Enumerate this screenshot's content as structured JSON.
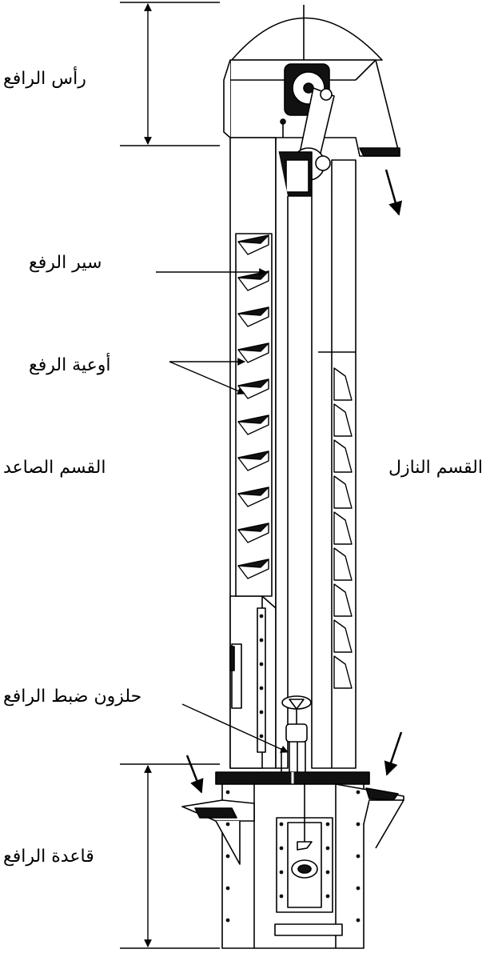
{
  "labels": {
    "head": "رأس الرافع",
    "belt": "سير الرفع",
    "buckets": "أوعية الرفع",
    "up_leg": "القسم الصاعد",
    "down_leg": "القسم النازل",
    "take_up": "حلزون ضبط الرافع",
    "boot": "قاعدة الرافع"
  },
  "colors": {
    "line": "#000000",
    "fill": "#ffffff",
    "dark": "#111111"
  }
}
